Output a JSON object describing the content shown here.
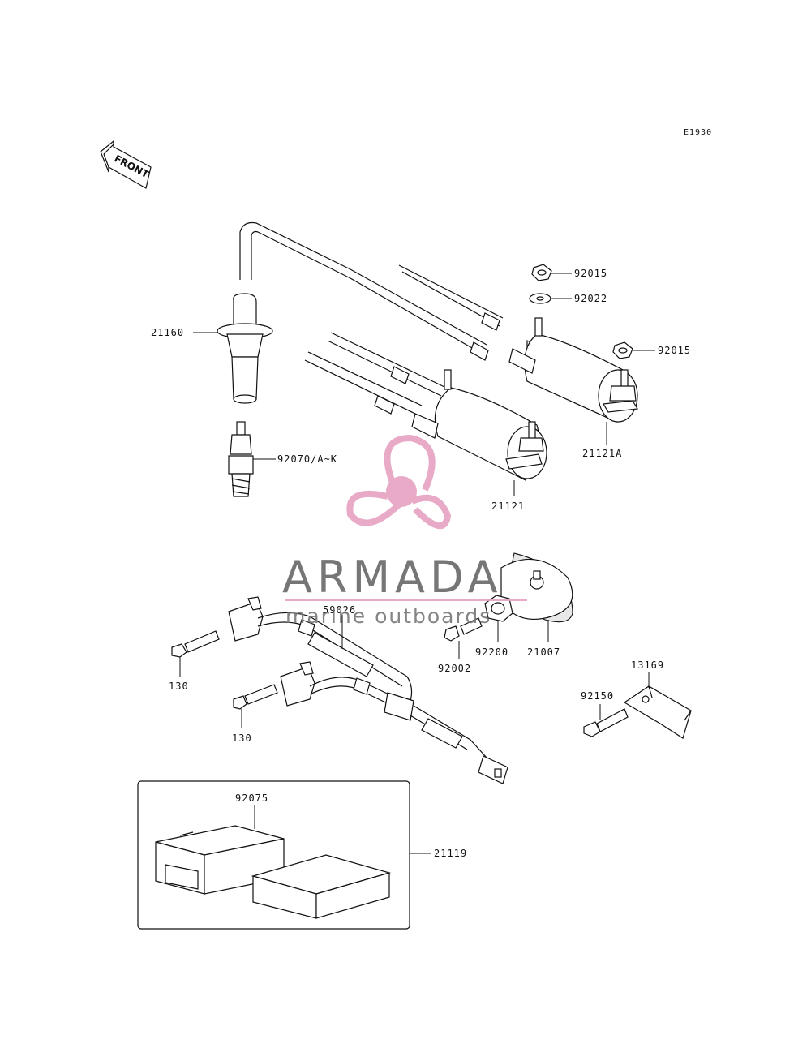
{
  "diagram_code": "E1930",
  "front_label": "FRONT",
  "watermark": {
    "brand": "ARMADA",
    "tagline": "marine outboards",
    "accent_color": "#e8a3c4",
    "accent_dark": "#e07aa8"
  },
  "parts": {
    "p92015a": "92015",
    "p92022": "92022",
    "p92015b": "92015",
    "p21160": "21160",
    "p92070": "92070/A~K",
    "p21121a": "21121A",
    "p21121": "21121",
    "p59026": "59026",
    "p130a": "130",
    "p130b": "130",
    "p92200": "92200",
    "p21007": "21007",
    "p92002": "92002",
    "p13169": "13169",
    "p92150": "92150",
    "p92075": "92075",
    "p21119": "21119"
  }
}
